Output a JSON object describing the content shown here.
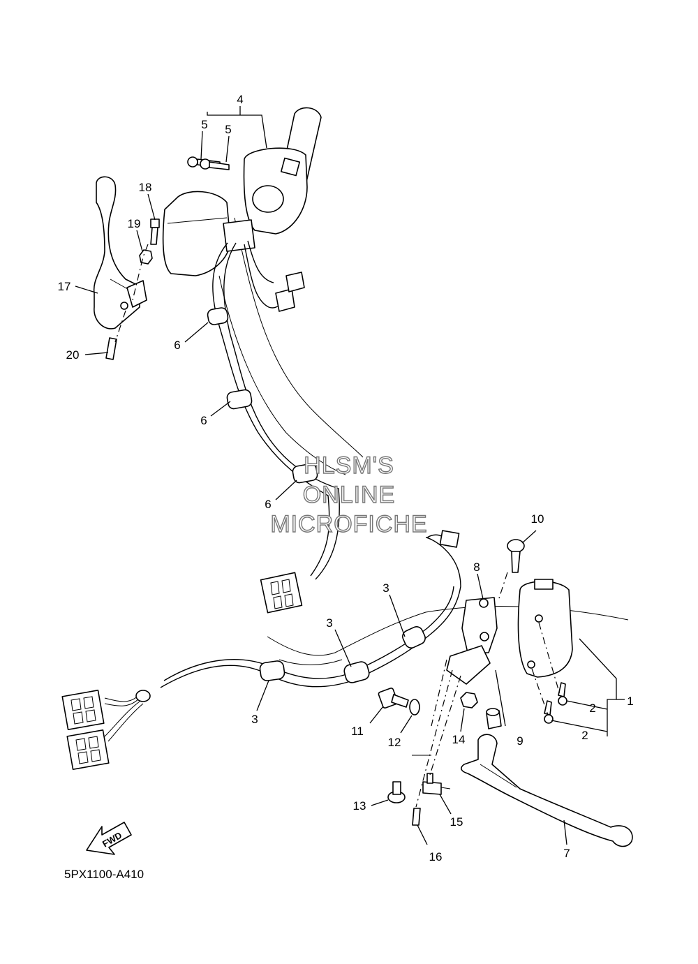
{
  "diagram": {
    "drawing_code": "5PX1100-A410",
    "direction_label": "FWD",
    "watermark": [
      "HLSM'S",
      "ONLINE",
      "MICROFICHE"
    ],
    "callouts": [
      {
        "id": "c1",
        "text": "1"
      },
      {
        "id": "c2a",
        "text": "2"
      },
      {
        "id": "c2b",
        "text": "2"
      },
      {
        "id": "c3a",
        "text": "3"
      },
      {
        "id": "c3b",
        "text": "3"
      },
      {
        "id": "c3c",
        "text": "3"
      },
      {
        "id": "c3d",
        "text": "3"
      },
      {
        "id": "c4",
        "text": "4"
      },
      {
        "id": "c5a",
        "text": "5"
      },
      {
        "id": "c5b",
        "text": "5"
      },
      {
        "id": "c6a",
        "text": "6"
      },
      {
        "id": "c6b",
        "text": "6"
      },
      {
        "id": "c6c",
        "text": "6"
      },
      {
        "id": "c7",
        "text": "7"
      },
      {
        "id": "c8",
        "text": "8"
      },
      {
        "id": "c9",
        "text": "9"
      },
      {
        "id": "c10",
        "text": "10"
      },
      {
        "id": "c11",
        "text": "11"
      },
      {
        "id": "c12",
        "text": "12"
      },
      {
        "id": "c13",
        "text": "13"
      },
      {
        "id": "c14",
        "text": "14"
      },
      {
        "id": "c15",
        "text": "15"
      },
      {
        "id": "c16",
        "text": "16"
      },
      {
        "id": "c17",
        "text": "17"
      },
      {
        "id": "c18",
        "text": "18"
      },
      {
        "id": "c19",
        "text": "19"
      },
      {
        "id": "c20",
        "text": "20"
      }
    ]
  }
}
